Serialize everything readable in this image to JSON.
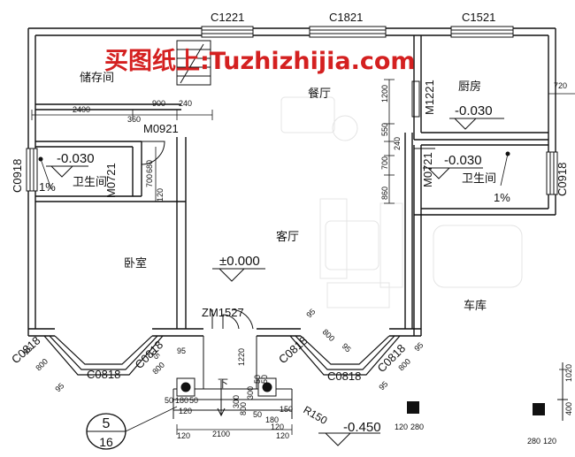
{
  "watermark": "买图纸上:Tuzhizhijia.com",
  "rooms": {
    "storage": "储存间",
    "dining": "餐厅",
    "kitchen": "厨房",
    "bath_left": "卫生间",
    "bath_right": "卫生间",
    "living": "客厅",
    "bedroom": "卧室",
    "garage": "车库"
  },
  "windows": {
    "c1221": "C1221",
    "c1821": "C1821",
    "c1521": "C1521",
    "c0918_left": "C0918",
    "c0918_right": "C0918",
    "c0818_a": "C0818",
    "c0818_b": "C0818",
    "c0818_c": "C0818",
    "c0818_d": "C0818",
    "c0818_e": "C0818",
    "c0818_f": "C0818"
  },
  "doors": {
    "m0921": "M0921",
    "m0721_left": "M0721",
    "m0721_right": "M0721",
    "m1221": "M1221",
    "zm1527": "ZM1527"
  },
  "levels": {
    "kitchen": "-0.030",
    "bath_left": "-0.030",
    "bath_right": "-0.030",
    "living": "±0.000",
    "outside": "-0.450"
  },
  "slopes": {
    "left": "1%",
    "right": "1%"
  },
  "dims": {
    "d2400": "2400",
    "d900": "900",
    "d240a": "240",
    "d360": "360",
    "d680": "680",
    "d700a": "700",
    "d120a": "120",
    "d1200a": "1200",
    "d550": "550",
    "d240b": "240",
    "d700b": "700",
    "d860": "860",
    "d720": "720",
    "d95a": "95",
    "d800a": "800",
    "d95b": "95",
    "d95c": "95",
    "d800b": "800",
    "d95d": "95",
    "d95e": "95",
    "d800c": "800",
    "d95f": "95",
    "d95g": "95",
    "d800d": "800",
    "d95h": "95",
    "d1220": "1220",
    "d300a": "300",
    "d800e": "800",
    "d300b": "300",
    "d50a": "50",
    "d50b": "50",
    "d50c": "50",
    "d180a": "180",
    "d50d": "50",
    "d120b": "120",
    "d50e": "50",
    "d180b": "180",
    "d150": "150",
    "d120c": "120",
    "d120d": "120",
    "d2100": "2100",
    "d120e": "120",
    "d1020": "1020",
    "d400": "400",
    "d120f": "120",
    "d280a": "280",
    "d280b": "280",
    "d120g": "120"
  },
  "stair_label": "下",
  "radius": "R150",
  "detail_ref": {
    "top": "5",
    "bottom": "16"
  }
}
